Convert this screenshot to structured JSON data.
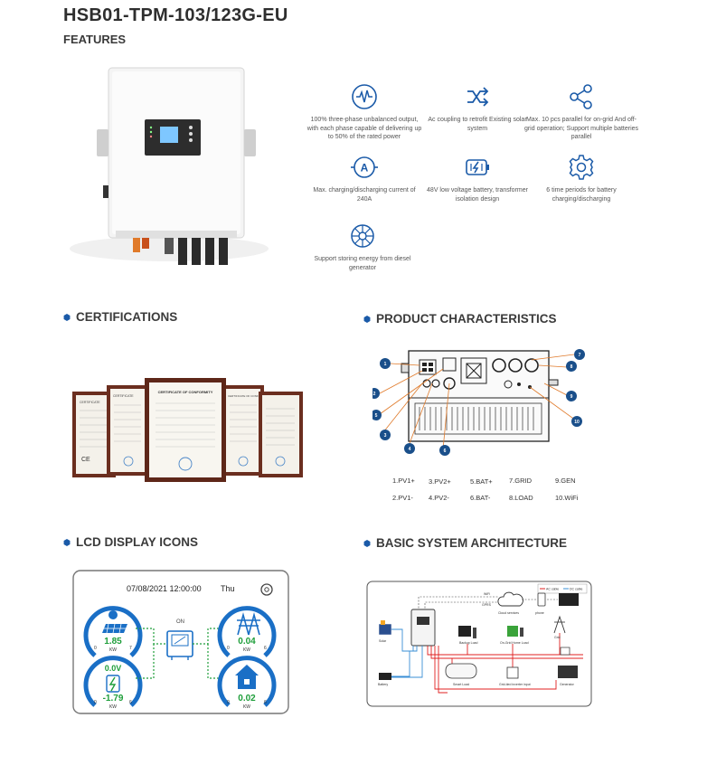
{
  "header": {
    "title": "HSB01-TPM-103/123G-EU",
    "subtitle": "FEATURES"
  },
  "features": [
    {
      "icon": "waveform-icon",
      "text": "100% three-phase unbalanced output, with each phase capable of delivering up to 50% of the rated power"
    },
    {
      "icon": "shuffle-icon",
      "text": "Ac coupling to retrofit Existing solar system"
    },
    {
      "icon": "share-icon",
      "text": "Max. 10 pcs parallel for on-grid And off-grid operation; Support multiple batteries parallel"
    },
    {
      "icon": "ampere-icon",
      "text": "Max. charging/discharging current of 240A"
    },
    {
      "icon": "battery-icon",
      "text": "48V low voltage battery, transformer isolation design"
    },
    {
      "icon": "gear-icon",
      "text": "6 time periods for battery charging/discharging"
    },
    {
      "icon": "generator-icon",
      "text": "Support storing energy from diesel generator"
    }
  ],
  "sections": {
    "certifications": "CERTIFICATIONS",
    "product_characteristics": "PRODUCT CHARACTERISTICS",
    "lcd_display_icons": "LCD DISPLAY ICONS",
    "basic_system_architecture": "BASIC SYSTEM ARCHITECTURE"
  },
  "certificates": {
    "center_title": "CERTIFICATE OF CONFORMITY",
    "right_title": "CERTIFICATE OF CONFORMITY",
    "left_title": "CERTIFICATE",
    "far_left_title": "CERTIFICATE"
  },
  "terminals": {
    "numbers": [
      "1",
      "2",
      "3",
      "4",
      "5",
      "6",
      "7",
      "8",
      "9",
      "10"
    ],
    "legend_row1": [
      "1.PV1+",
      "3.PV2+",
      "5.BAT+",
      "7.GRID",
      "9.GEN"
    ],
    "legend_row2": [
      "2.PV1-",
      "4.PV2-",
      "6.BAT-",
      "8.LOAD",
      "10.WiFi"
    ]
  },
  "lcd": {
    "datetime": "07/08/2021  12:00:00",
    "day": "Thu",
    "status": "ON",
    "pv_value": "1.85",
    "pv_unit": "KW",
    "grid_value": "0.04",
    "grid_unit": "KW",
    "bat_voltage": "0.0V",
    "bat_value": "-1.79",
    "bat_unit": "KW",
    "load_value": "0.02",
    "load_unit": "KW",
    "scale_min": "0",
    "pv_scale_max": "7",
    "grid_scale_max": "6",
    "bat_scale_max": "6",
    "load_scale_max": "6",
    "colors": {
      "value_green": "#1e9e3a",
      "accent_blue": "#1a6fc6",
      "panel_border": "#777777"
    }
  },
  "architecture": {
    "ac_label": "AC cable",
    "dc_label": "DC cable",
    "wifi_label": "WiFi",
    "gprs_label": "GPRS",
    "cloud_label": "Cloud services",
    "phone_label": "phone",
    "solar_label": "Solar",
    "battery_label": "Battery",
    "backup_label": "Backup Load",
    "ongrid_label": "On-Grid Home Load",
    "grid_label": "Grid",
    "smart_label": "Smart Load",
    "grid_inverter_label": "Grid-tied inverter input",
    "generator_label": "Generator",
    "colors": {
      "ac": "#e02020",
      "dc": "#3a8fd6"
    }
  },
  "colors": {
    "accent": "#1a5aa8",
    "text": "#333333"
  }
}
